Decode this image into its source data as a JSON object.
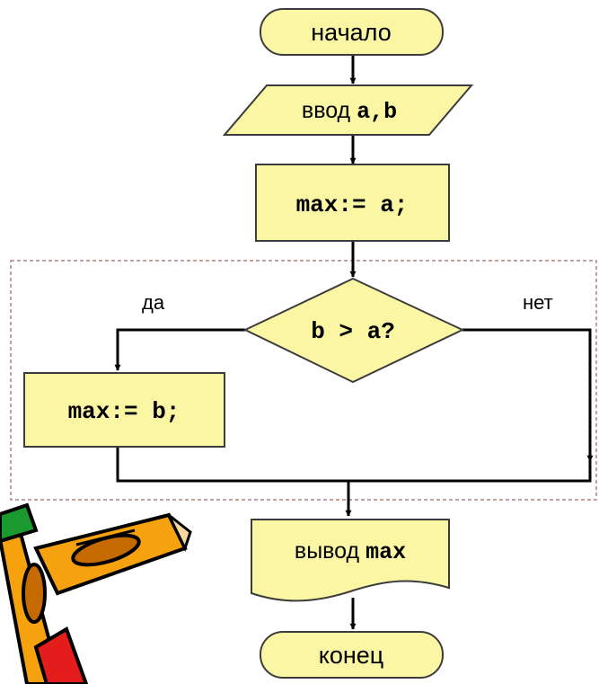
{
  "colors": {
    "shape_fill": "#fbf6a4",
    "shape_stroke": "#3c3c3c",
    "line": "#000000",
    "dashed_box": "#b08080",
    "pencil_orange": "#f6a20e",
    "pencil_red": "#e51c1c",
    "pencil_green": "#1a9a2e"
  },
  "flowchart": {
    "start": "начало",
    "input_prefix": "ввод ",
    "input_vars": "a,b",
    "assign_a": "max:= a;",
    "condition": "b > a?",
    "branch_yes": "да",
    "branch_no": "нет",
    "assign_b": "max:= b;",
    "output_prefix": "вывод ",
    "output_var": "max",
    "end": "конец"
  },
  "decoration": {
    "icon": "pencil-clipart-icon"
  }
}
